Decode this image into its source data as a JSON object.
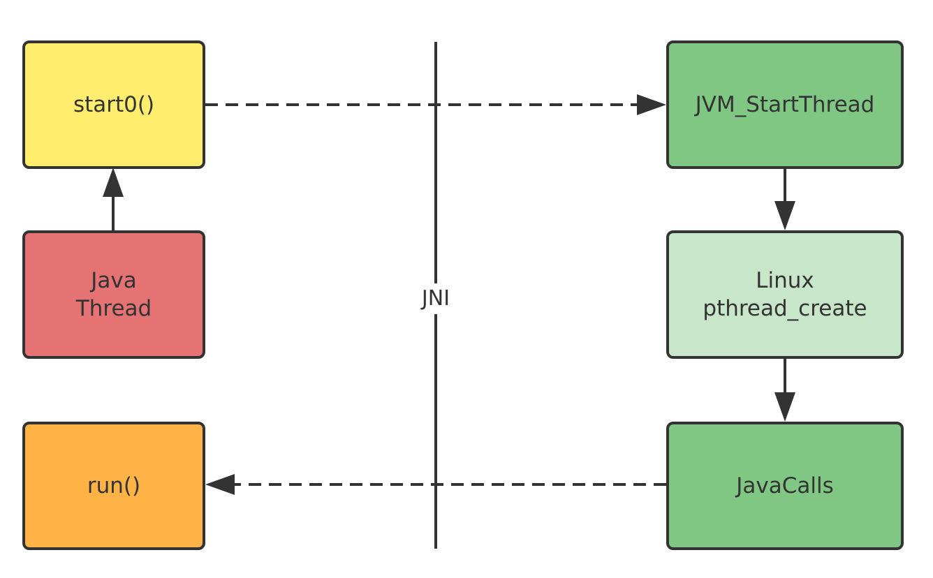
{
  "colors": {
    "yellow": "#FFEE6E",
    "red": "#E57373",
    "orange": "#FFB347",
    "green": "#81C784",
    "light_green": "#C8E6C9",
    "stroke": "#333333"
  },
  "nodes": {
    "start0": {
      "lines": [
        "start0()"
      ]
    },
    "java_thread": {
      "lines": [
        "Java",
        "Thread"
      ]
    },
    "run": {
      "lines": [
        "run()"
      ]
    },
    "jvm_start_thread": {
      "lines": [
        "JVM_StartThread"
      ]
    },
    "linux_pthread_create": {
      "lines": [
        "Linux",
        "pthread_create"
      ]
    },
    "java_calls": {
      "lines": [
        "JavaCalls"
      ]
    }
  },
  "divider": {
    "label": "JNI"
  },
  "edges": [
    {
      "from": "java_thread",
      "to": "start0",
      "style": "solid"
    },
    {
      "from": "start0",
      "to": "jvm_start_thread",
      "style": "dashed"
    },
    {
      "from": "jvm_start_thread",
      "to": "linux_pthread_create",
      "style": "solid"
    },
    {
      "from": "linux_pthread_create",
      "to": "java_calls",
      "style": "solid"
    },
    {
      "from": "java_calls",
      "to": "run",
      "style": "dashed"
    }
  ]
}
